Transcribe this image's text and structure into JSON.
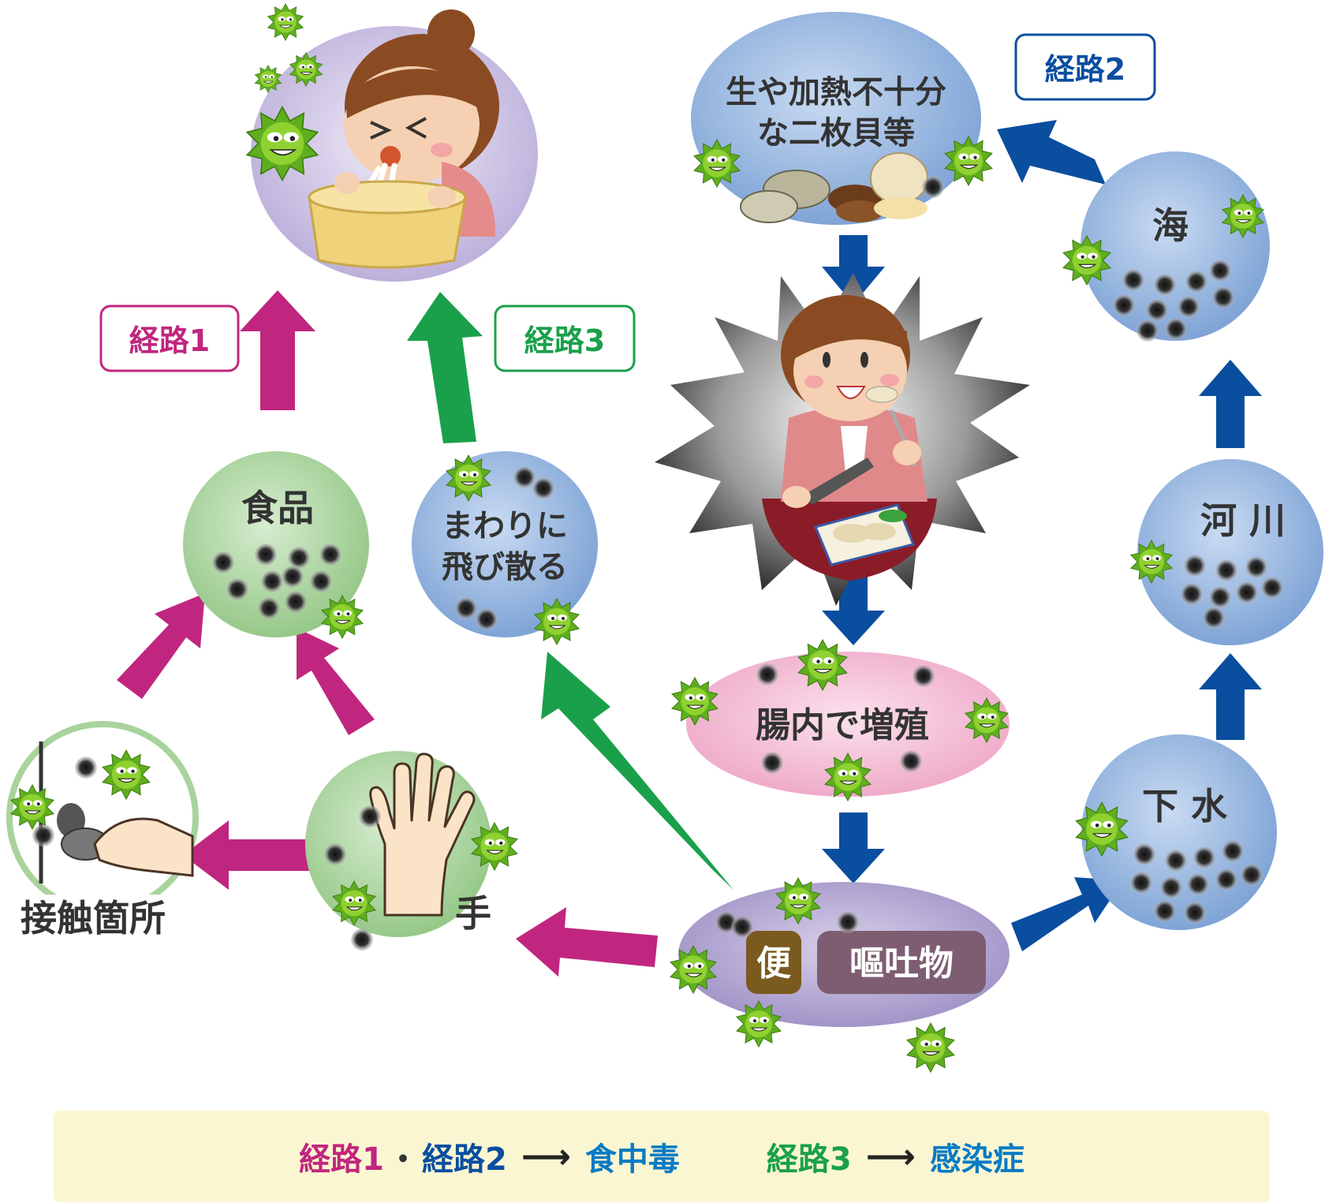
{
  "routes": {
    "route1": "経路1",
    "route2": "経路2",
    "route3": "経路3"
  },
  "nodes": {
    "shellfish_line1": "生や加熱不十分",
    "shellfish_line2": "な二枚貝等",
    "sea": "海",
    "river": "河 川",
    "sewage": "下 水",
    "intestine": "腸内で増殖",
    "feces": "便",
    "vomit": "嘔吐物",
    "food": "食品",
    "scatter_line1": "まわりに",
    "scatter_line2": "飛び散る",
    "hand": "手",
    "contact": "接触箇所"
  },
  "legend": {
    "route1": "経路1",
    "separator": "・",
    "route2": "経路2",
    "result_food": "食中毒",
    "route3": "経路3",
    "result_infection": "感染症"
  },
  "colors": {
    "route1": "#c0267f",
    "route2": "#0a4ea0",
    "route3": "#1aa04a",
    "legend_result": "#0a7bc4",
    "blue_circle": "#8fb1dc",
    "green_circle": "#a9d39c",
    "pink_oval": "#f2b3cf",
    "purple_oval": "#a99acb"
  },
  "icons": [
    "germ-icon",
    "virus-particle-icon",
    "arrow-icon"
  ]
}
